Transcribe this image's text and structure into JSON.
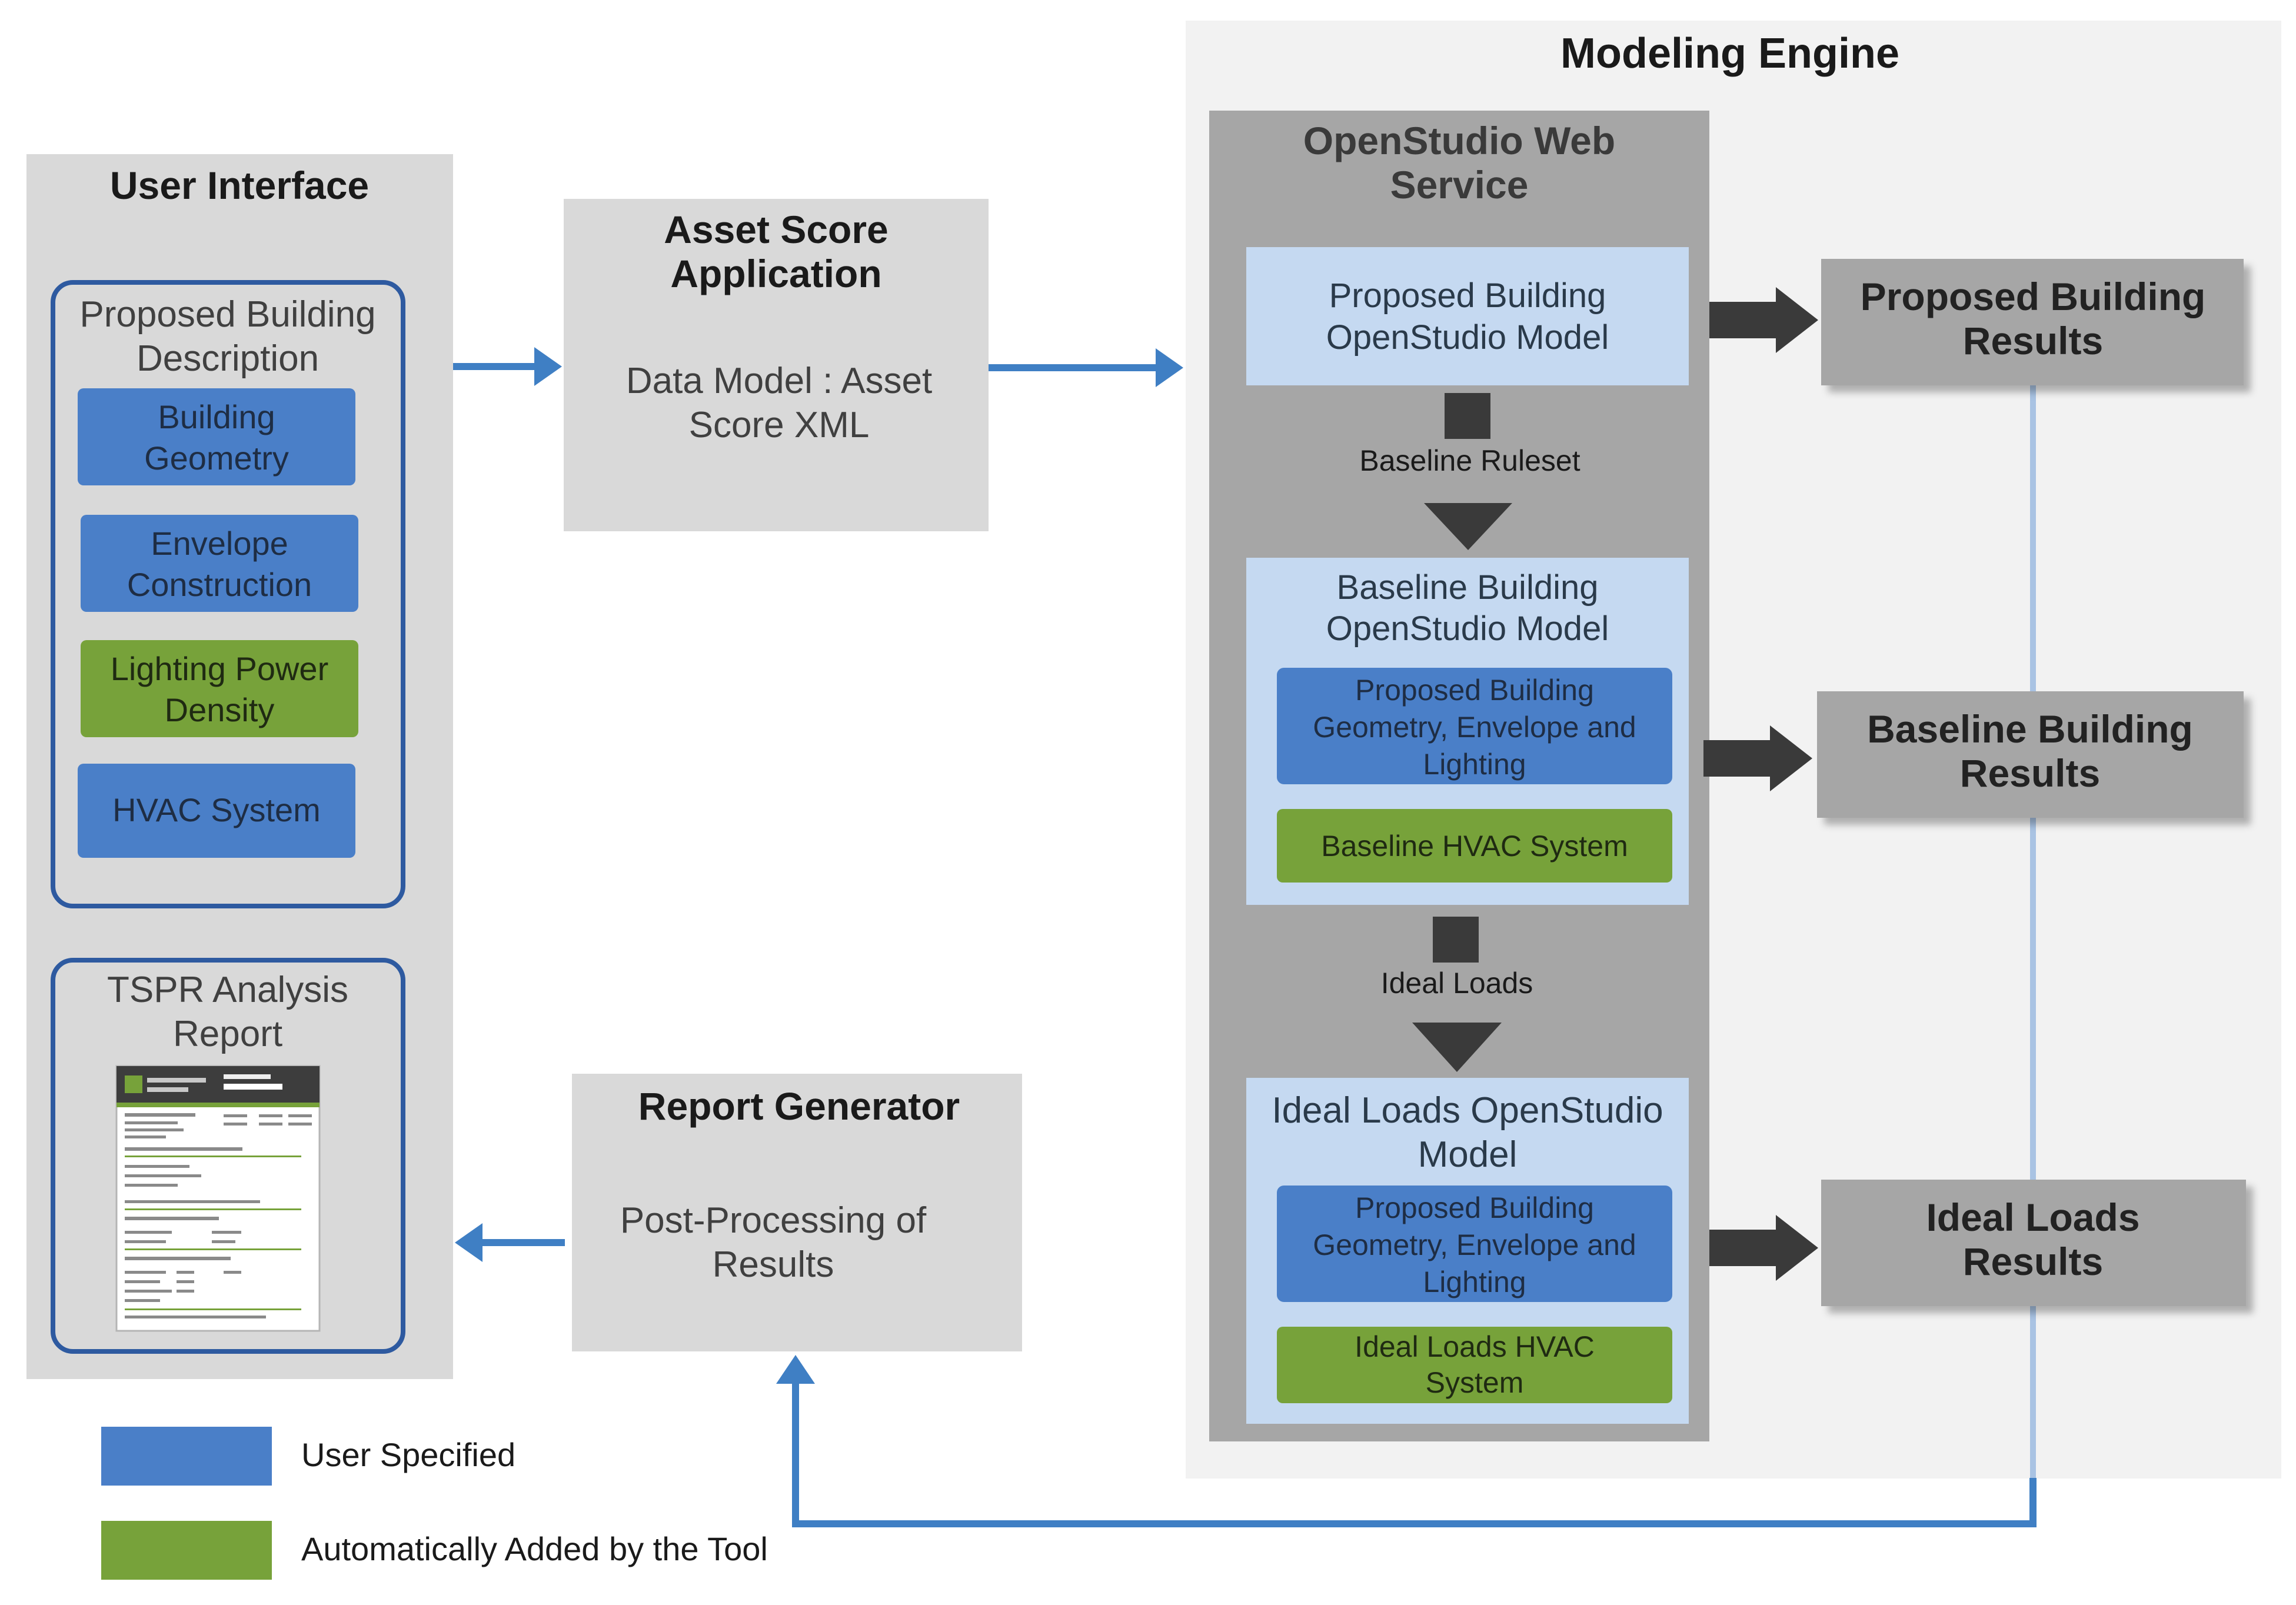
{
  "legend": {
    "user_specified": "User Specified",
    "auto_added": "Automatically Added by the Tool",
    "colors": {
      "user_specified": "#4a7fc8",
      "auto_added": "#77a23a"
    }
  },
  "user_interface": {
    "title": "User Interface",
    "proposed_desc": {
      "line1": "Proposed Building",
      "line2": "Description"
    },
    "items": [
      {
        "line1": "Building",
        "line2": "Geometry"
      },
      {
        "line1": "Envelope",
        "line2": "Construction"
      },
      {
        "line1": "Lighting Power",
        "line2": "Density"
      },
      {
        "line1": "HVAC System",
        "line2": ""
      }
    ],
    "report": {
      "line1": "TSPR Analysis",
      "line2": "Report"
    }
  },
  "asset_score": {
    "title_line1": "Asset Score",
    "title_line2": "Application",
    "body_line1": "Data Model : Asset",
    "body_line2": "Score XML"
  },
  "report_generator": {
    "title": "Report Generator",
    "body_line1": "Post-Processing of",
    "body_line2": "Results"
  },
  "modeling_engine": {
    "title": "Modeling Engine",
    "web_service": {
      "line1": "OpenStudio Web",
      "line2": "Service"
    },
    "proposed_model": {
      "line1": "Proposed Building",
      "line2": "OpenStudio Model"
    },
    "baseline_ruleset": "Baseline Ruleset",
    "baseline_model": {
      "line1": "Baseline Building",
      "line2": "OpenStudio Model",
      "geom": {
        "line1": "Proposed Building",
        "line2": "Geometry, Envelope and",
        "line3": "Lighting"
      },
      "hvac": "Baseline HVAC  System"
    },
    "ideal_loads_label": "Ideal Loads",
    "ideal_model": {
      "line1": "Ideal Loads OpenStudio",
      "line2": "Model",
      "geom": {
        "line1": "Proposed Building",
        "line2": "Geometry, Envelope and",
        "line3": "Lighting"
      },
      "hvac": {
        "line1": "Ideal Loads HVAC",
        "line2": "System"
      }
    }
  },
  "results": {
    "proposed": {
      "line1": "Proposed Building",
      "line2": "Results"
    },
    "baseline": {
      "line1": "Baseline Building",
      "line2": "Results"
    },
    "ideal": {
      "line1": "Ideal Loads",
      "line2": "Results"
    }
  }
}
